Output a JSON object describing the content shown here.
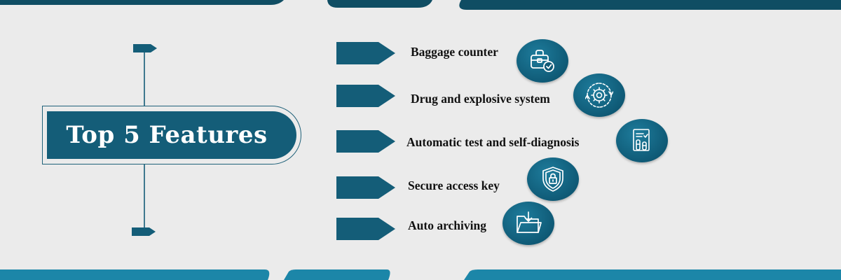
{
  "title": "Top 5 Features",
  "features": [
    {
      "label": "Baggage counter",
      "icon": "baggage-check-icon"
    },
    {
      "label": "Drug and explosive system",
      "icon": "gear-cycle-icon"
    },
    {
      "label": "Automatic test and self-diagnosis",
      "icon": "lab-report-icon"
    },
    {
      "label": "Secure access key",
      "icon": "shield-lock-icon"
    },
    {
      "label": "Auto archiving",
      "icon": "folder-download-icon"
    }
  ],
  "colors": {
    "background": "#ebebeb",
    "primary": "#145d78",
    "dark_band": "#0f4d63",
    "light_band": "#1c86a8",
    "icon_stroke": "#ffffff"
  }
}
